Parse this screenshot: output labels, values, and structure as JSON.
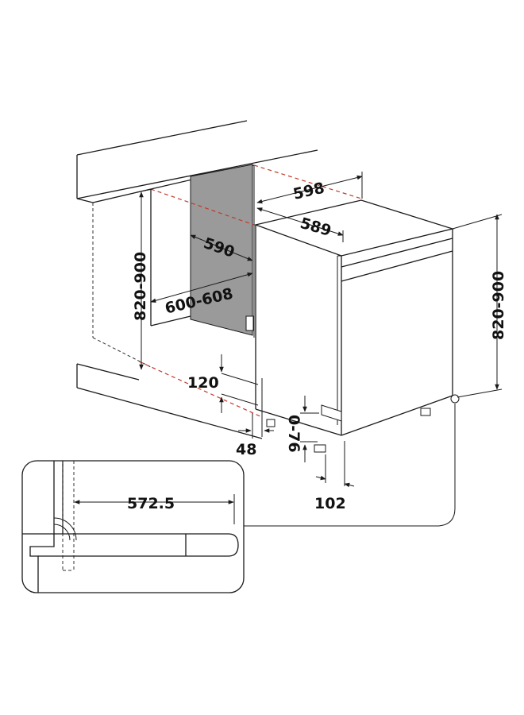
{
  "dimensions": {
    "width_top": "598",
    "depth_top": "589",
    "niche_depth": "590",
    "niche_width": "600-608",
    "niche_height": "820-900",
    "appliance_height": "820-900",
    "plinth_height": "120",
    "plinth_offset": "48",
    "foot_adjust": "0-76",
    "foot_setback": "102",
    "detail_width": "572.5"
  },
  "colors": {
    "line": "#1a1a1a",
    "panel": "#9a9a9a",
    "hidden_edge": "#c0392b"
  }
}
